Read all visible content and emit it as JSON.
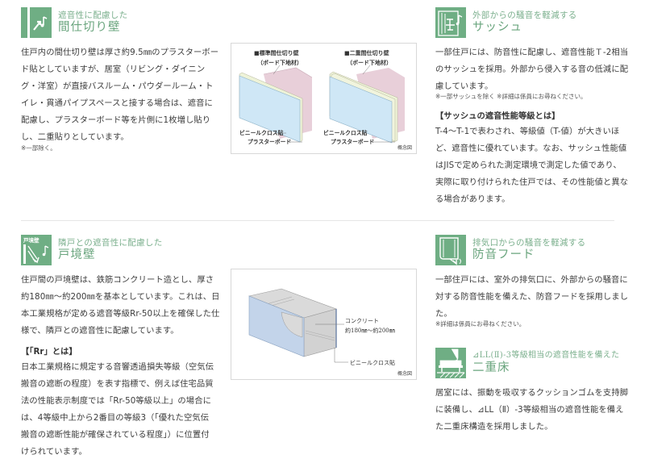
{
  "sections": {
    "partition_wall": {
      "icon": "sound-note-wall-icon",
      "subtitle": "遮音性に配慮した",
      "title": "間仕切り壁",
      "body_lines": [
        "住戸内の間仕切り壁は厚さ約9.5㎜のプラスターボー",
        "ド貼としていますが、居室（リビング・ダイニン",
        "グ・洋室）が直接バスルーム・パウダールーム・ト",
        "イレ・貫通パイプスペースと接する場合は、遮音に",
        "配慮し、プラスターボード等を片側に1枚増し貼り",
        "し、二重貼りとしています。"
      ],
      "note": "※一部除く。"
    },
    "partition_diagram": {
      "left_label_1": "■標準間仕切り壁",
      "left_label_2": "（ボード下地材）",
      "right_label_1": "■二重間仕切り壁",
      "right_label_2": "（ボード下地材）",
      "vinyl_cloth": "ビニールクロス貼",
      "plaster_board": "プラスターボード",
      "concept": "概念図"
    },
    "sash": {
      "icon": "window-sound-icon",
      "subtitle": "外部からの騒音を軽減する",
      "title": "サッシュ",
      "body_lines": [
        "一部住戸には、防音性に配慮し、遮音性能Ｔ-2相当",
        "のサッシュを採用。外部から侵入する音の低減に配",
        "慮しています。"
      ],
      "note": "※一部サッシュを除く ※詳細は係員にお尋ねください。",
      "sub_heading": "【サッシュの遮音性能等級とは】",
      "detail_lines": [
        "T-4～T-1で表わされ、等級値（T-値）が大きいほ",
        "ど、遮音性に優れています。なお、サッシュ性能値",
        "はJISで定められた測定環境で測定した値であり、",
        "実際に取り付けられた住戸では、その性能値と異な",
        "る場合があります。"
      ]
    },
    "boundary_wall": {
      "icon": "boundary-wall-icon",
      "icon_badge": "戸境壁",
      "subtitle": "隣戸との遮音性に配慮した",
      "title": "戸境壁",
      "body_lines": [
        "住戸間の戸境壁は、鉄筋コンクリート造とし、厚さ",
        "約180㎜～約200㎜を基本としています。これは、日",
        "本工業規格が定める遮音等級Rr-50以上を確保した仕",
        "様で、隣戸との遮音性に配慮しています。"
      ],
      "sub_heading": "【「Rr」とは】",
      "detail_lines": [
        "日本工業規格に規定する音響透過損失等級（空気伝",
        "搬音の遮断の程度）を表す指標で、例えば住宅品質",
        "法の性能表示制度では「Rr-50等級以上」の場合に",
        "は、4等級中上から2番目の等級3（「優れた空気伝",
        "搬音の遮断性能が確保されている程度」）に位置付",
        "けられています。"
      ]
    },
    "boundary_diagram": {
      "concrete": "コンクリート",
      "thickness": "約180㎜～約200㎜",
      "vinyl_cloth": "ビニールクロス貼",
      "concept": "概念図"
    },
    "hood": {
      "icon": "exhaust-hood-icon",
      "subtitle": "排気口からの騒音を軽減する",
      "title": "防音フード",
      "body_lines": [
        "一部住戸には、室外の排気口に、外部からの騒音に",
        "対する防音性能を備えた、防音フードを採用しまし",
        "た。"
      ],
      "note": "※詳細は係員にお尋ねください。"
    },
    "double_floor": {
      "icon": "double-floor-icon",
      "subtitle": "⊿LL(Ⅱ)-3等級相当の遮音性能を備えた",
      "title": "二重床",
      "body_lines": [
        "居室には、振動を吸収するクッションゴムを支持脚",
        "に装備し、⊿LL（Ⅱ）-3等級相当の遮音性能を備え",
        "た二重床構造を採用しました。"
      ]
    }
  },
  "colors": {
    "accent_green": "#6fae84",
    "title_green": "#6aa57e",
    "text": "#3c3c3c",
    "board_blue": "#cfe7f6",
    "frame_pink": "#e8cfd9",
    "concrete_gray": "#d6d6d6"
  }
}
